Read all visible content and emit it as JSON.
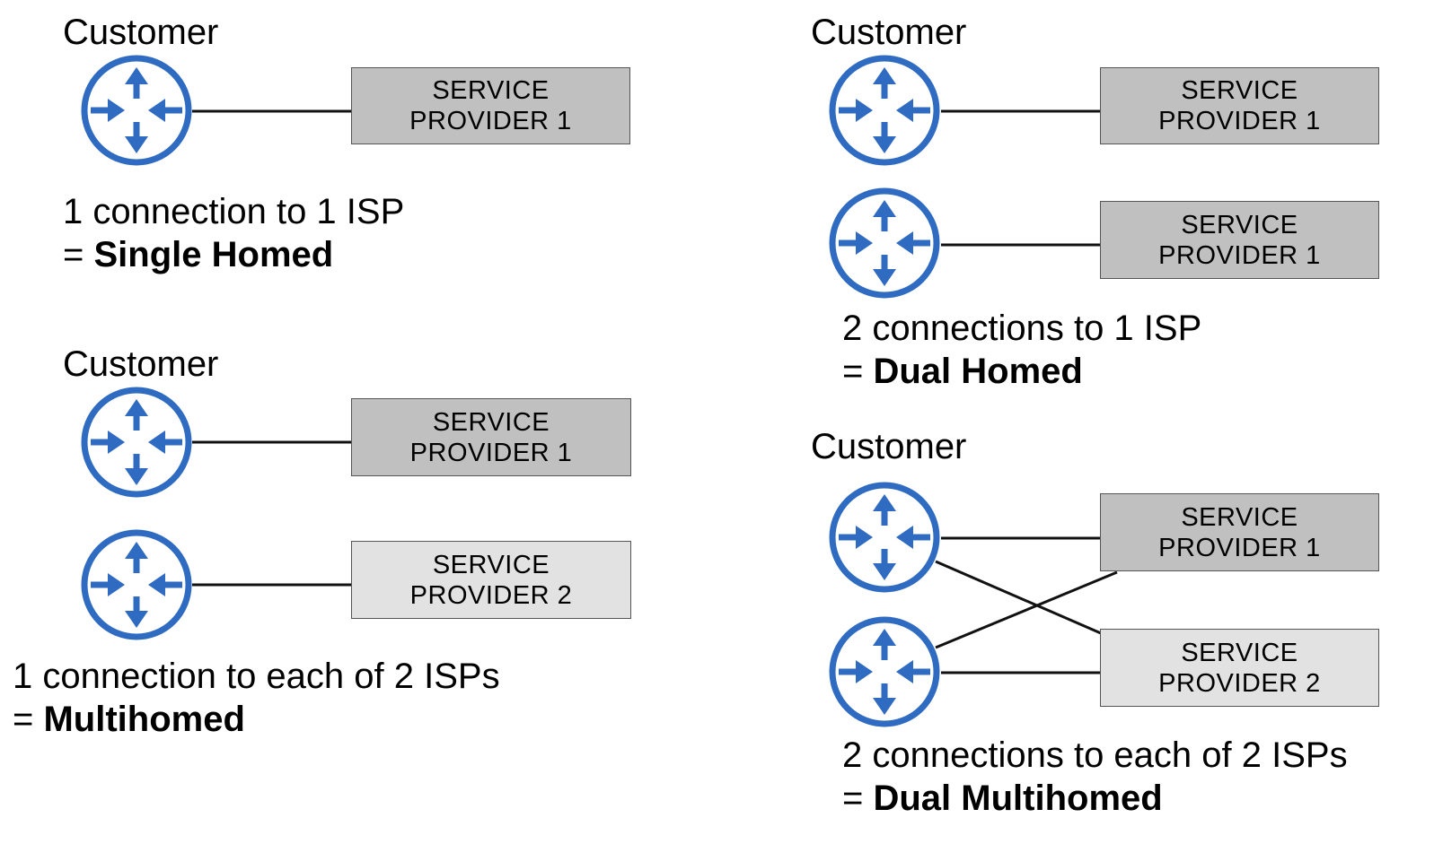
{
  "colors": {
    "router": "#2f6bc1",
    "provider1_fill": "#c0c0c0",
    "provider2_fill": "#e2e2e2",
    "line": "#111111"
  },
  "icons": {
    "router": "router-icon"
  },
  "single_homed": {
    "customer_label": "Customer",
    "providers": [
      {
        "line1": "SERVICE",
        "line2": "PROVIDER 1"
      }
    ],
    "desc_line1": "1 connection to 1 ISP",
    "desc_prefix": "= ",
    "desc_term": "Single Homed"
  },
  "multihomed": {
    "customer_label": "Customer",
    "providers": [
      {
        "line1": "SERVICE",
        "line2": "PROVIDER 1"
      },
      {
        "line1": "SERVICE",
        "line2": "PROVIDER 2"
      }
    ],
    "desc_line1": "1 connection to each of 2 ISPs",
    "desc_prefix": "= ",
    "desc_term": "Multihomed"
  },
  "dual_homed": {
    "customer_label": "Customer",
    "providers": [
      {
        "line1": "SERVICE",
        "line2": "PROVIDER 1"
      },
      {
        "line1": "SERVICE",
        "line2": "PROVIDER 1"
      }
    ],
    "desc_line1": "2 connections to 1 ISP",
    "desc_prefix": "= ",
    "desc_term": "Dual Homed"
  },
  "dual_multihomed": {
    "customer_label": "Customer",
    "providers": [
      {
        "line1": "SERVICE",
        "line2": "PROVIDER 1"
      },
      {
        "line1": "SERVICE",
        "line2": "PROVIDER 2"
      }
    ],
    "desc_line1": "2 connections to each of 2 ISPs",
    "desc_prefix": "= ",
    "desc_term": "Dual Multihomed"
  }
}
